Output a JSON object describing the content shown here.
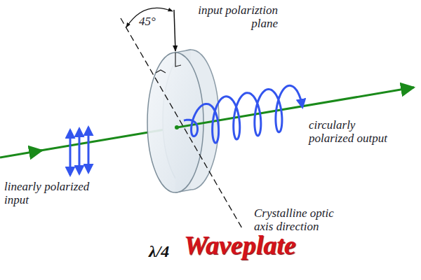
{
  "diagram": {
    "labels": [
      "45°",
      "input polariztion plane",
      "circularly polarized output",
      "linearly polarized input",
      "Crystalline optic axis direction",
      "λ/4",
      "Waveplate"
    ]
  }
}
